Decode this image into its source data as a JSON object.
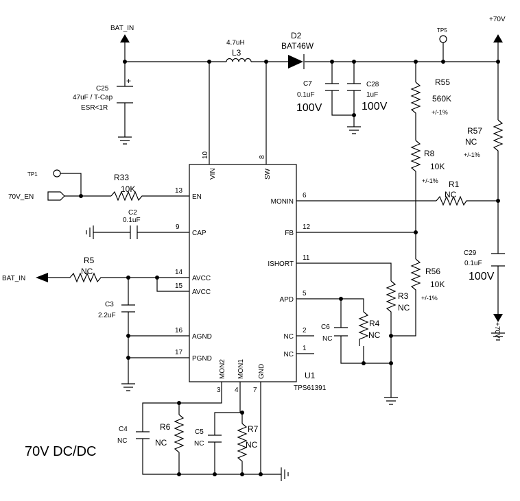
{
  "title": "70V DC/DC",
  "ic": {
    "ref": "U1",
    "part": "TPS61391"
  },
  "pins": {
    "vin": {
      "name": "VIN",
      "num": "10"
    },
    "sw": {
      "name": "SW",
      "num": "8"
    },
    "en": {
      "name": "EN",
      "num": "13"
    },
    "cap": {
      "name": "CAP",
      "num": "9"
    },
    "avcc1": {
      "name": "AVCC",
      "num": "14"
    },
    "avcc2": {
      "name": "AVCC",
      "num": "15"
    },
    "agnd": {
      "name": "AGND",
      "num": "16"
    },
    "pgnd": {
      "name": "PGND",
      "num": "17"
    },
    "monin": {
      "name": "MONIN",
      "num": "6"
    },
    "fb": {
      "name": "FB",
      "num": "12"
    },
    "ishort": {
      "name": "ISHORT",
      "num": "11"
    },
    "apd": {
      "name": "APD",
      "num": "5"
    },
    "nc2": {
      "name": "NC",
      "num": "2"
    },
    "nc1": {
      "name": "NC",
      "num": "1"
    },
    "mon2": {
      "name": "MON2",
      "num": "3"
    },
    "mon1": {
      "name": "MON1",
      "num": "4"
    },
    "gnd": {
      "name": "GND",
      "num": "7"
    }
  },
  "nets": {
    "bat_in_top": "BAT_IN",
    "bat_in_left": "BAT_IN",
    "v70_top": "+70V",
    "v70_bottom": "+70V",
    "en_port": "70V_EN",
    "tp1": "TP1",
    "tp5": "TP5"
  },
  "components": {
    "l3": {
      "ref": "L3",
      "value": "4.7uH"
    },
    "d2": {
      "ref": "D2",
      "value": "BAT46W"
    },
    "c25": {
      "ref": "C25",
      "value": "47uF / T-Cap",
      "extra": "ESR<1R",
      "polarity": "+"
    },
    "c7": {
      "ref": "C7",
      "value": "0.1uF",
      "voltage": "100V"
    },
    "c28": {
      "ref": "C28",
      "value": "1uF",
      "voltage": "100V"
    },
    "r55": {
      "ref": "R55",
      "value": "560K",
      "tol": "+/-1%"
    },
    "r57": {
      "ref": "R57",
      "value": "NC",
      "tol": "+/-1%"
    },
    "r8": {
      "ref": "R8",
      "value": "10K",
      "tol": "+/-1%"
    },
    "r1": {
      "ref": "R1",
      "value": "NC"
    },
    "r33": {
      "ref": "R33",
      "value": "10K"
    },
    "c2": {
      "ref": "C2",
      "value": "0.1uF"
    },
    "r5": {
      "ref": "R5",
      "value": "NC"
    },
    "c3": {
      "ref": "C3",
      "value": "2.2uF"
    },
    "c29": {
      "ref": "C29",
      "value": "0.1uF",
      "voltage": "100V"
    },
    "r56": {
      "ref": "R56",
      "value": "10K",
      "tol": "+/-1%"
    },
    "r3": {
      "ref": "R3",
      "value": "NC"
    },
    "r4": {
      "ref": "R4",
      "value": "NC"
    },
    "c6": {
      "ref": "C6",
      "value": "NC"
    },
    "c4": {
      "ref": "C4",
      "value": "NC"
    },
    "r6": {
      "ref": "R6",
      "value": "NC"
    },
    "c5": {
      "ref": "C5",
      "value": "NC"
    },
    "r7": {
      "ref": "R7",
      "value": "NC"
    }
  }
}
